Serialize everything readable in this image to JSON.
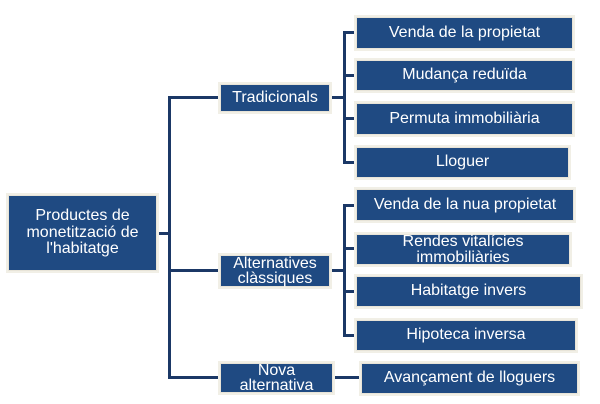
{
  "diagram": {
    "type": "tree",
    "colors": {
      "box_fill": "#1f4a82",
      "box_text": "#ffffff",
      "connector": "#1b3866",
      "background": "#ffffff"
    },
    "root": {
      "label": "Productes de monetització de l'habitatge"
    },
    "categories": [
      {
        "label": "Tradicionals",
        "children": [
          {
            "label": "Venda de la propietat"
          },
          {
            "label": "Mudança reduïda"
          },
          {
            "label": "Permuta immobiliària"
          },
          {
            "label": "Lloguer"
          }
        ]
      },
      {
        "label": "Alternatives clàssiques",
        "children": [
          {
            "label": "Venda de la nua propietat"
          },
          {
            "label": "Rendes vitalícies immobiliàries"
          },
          {
            "label": "Habitatge invers"
          },
          {
            "label": "Hipoteca inversa"
          }
        ]
      },
      {
        "label": "Nova alternativa",
        "children": [
          {
            "label": "Avançament de lloguers"
          }
        ]
      }
    ]
  }
}
